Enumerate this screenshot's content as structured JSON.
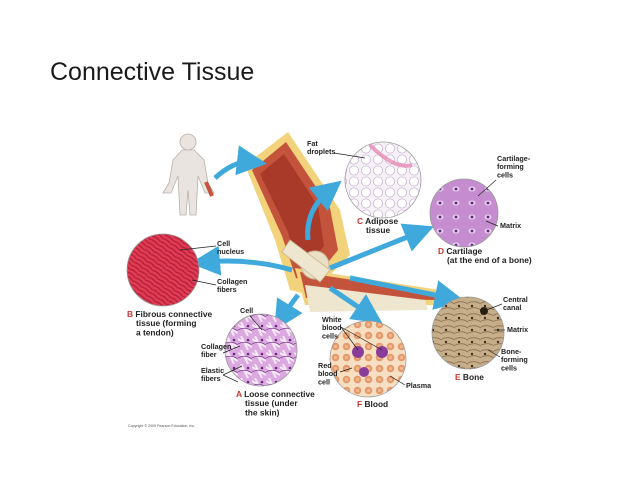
{
  "title": "Connective Tissue",
  "labels": {
    "fat_droplets": [
      "Fat",
      "droplets"
    ],
    "cartilage_forming_cells": [
      "Cartilage-",
      "forming",
      "cells"
    ],
    "matrix_cartilage": "Matrix",
    "cell_nucleus": [
      "Cell",
      "nucleus"
    ],
    "collagen_fibers_b": [
      "Collagen",
      "fibers"
    ],
    "central_canal": [
      "Central",
      "canal"
    ],
    "matrix_bone": "Matrix",
    "bone_forming_cells": [
      "Bone-",
      "forming",
      "cells"
    ],
    "cell_a": "Cell",
    "collagen_fiber_a": [
      "Collagen",
      "fiber"
    ],
    "elastic_fibers": [
      "Elastic",
      "fibers"
    ],
    "white_blood_cells": [
      "White",
      "blood",
      "cells"
    ],
    "red_blood_cell": [
      "Red",
      "blood",
      "cell"
    ],
    "plasma": "Plasma"
  },
  "captions": {
    "adipose": {
      "letter": "C",
      "lines": [
        "Adipose",
        "tissue"
      ]
    },
    "cartilage": {
      "letter": "D",
      "lines": [
        "Cartilage",
        "(at the end of a bone)"
      ]
    },
    "fibrous": {
      "letter": "B",
      "lines": [
        "Fibrous connective",
        "tissue (forming",
        "a tendon)"
      ]
    },
    "loose": {
      "letter": "A",
      "lines": [
        "Loose connective",
        "tissue (under",
        "the skin)"
      ]
    },
    "blood": {
      "letter": "F",
      "lines": [
        "Blood"
      ]
    },
    "bone": {
      "letter": "E",
      "lines": [
        "Bone"
      ]
    }
  },
  "copyright": "Copyright © 2009 Pearson Education, Inc.",
  "colors": {
    "arrow": "#3fa9dc",
    "adipose": "#f2ecf4",
    "cartilage": "#b97cc5",
    "fibrous": "#d9304a",
    "loose": "#c78ad0",
    "blood": "#f0c79a",
    "bone": "#b59a78",
    "muscle": "#c4533c",
    "fat_layer": "#f2d27a"
  }
}
